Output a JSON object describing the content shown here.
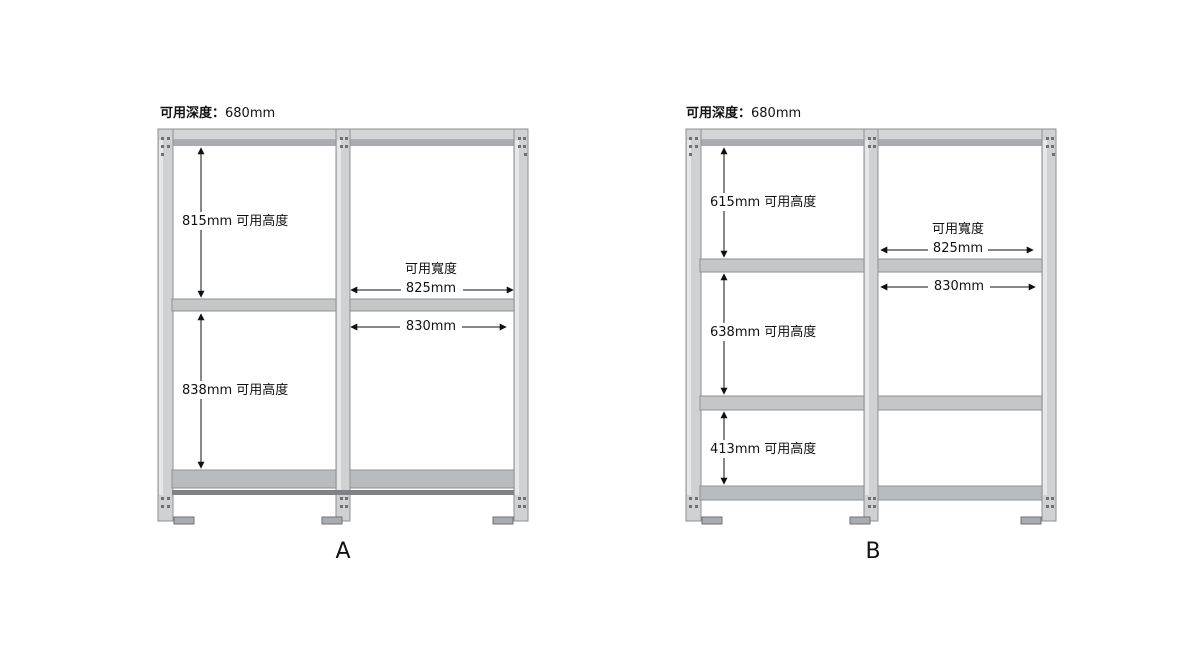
{
  "colors": {
    "frame": "#c4c6c8",
    "frame_dark": "#8e9195",
    "frame_light": "#e4e5e7",
    "shelf": "#b9bcbf",
    "arrow": "#111111"
  },
  "diagrams": [
    {
      "letter": "A",
      "depth_label": "可用深度：",
      "depth_value": "680mm",
      "heights": [
        {
          "value": "815mm",
          "label": "可用高度"
        },
        {
          "value": "838mm",
          "label": "可用高度"
        }
      ],
      "inner_width_label": "可用寬度",
      "inner_width_value": "825mm",
      "bay_width_value": "830mm"
    },
    {
      "letter": "B",
      "depth_label": "可用深度：",
      "depth_value": "680mm",
      "heights": [
        {
          "value": "615mm",
          "label": "可用高度"
        },
        {
          "value": "638mm",
          "label": "可用高度"
        },
        {
          "value": "413mm",
          "label": "可用高度"
        }
      ],
      "inner_width_label": "可用寬度",
      "inner_width_value": "825mm",
      "bay_width_value": "830mm"
    }
  ]
}
